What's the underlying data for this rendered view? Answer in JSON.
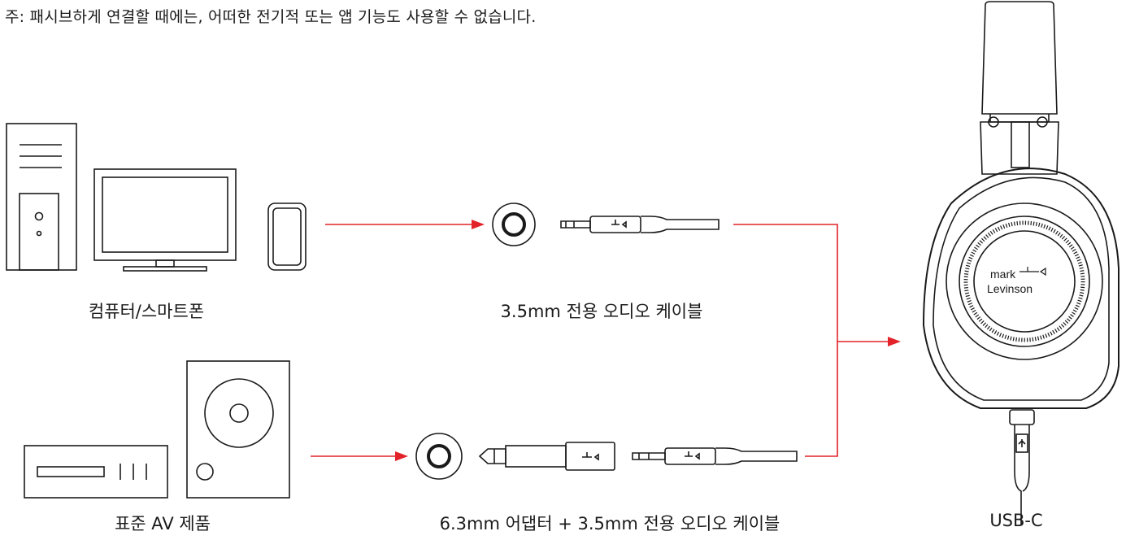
{
  "note": "주: 패시브하게 연결할 때에는, 어떠한 전기적 또는 앱 기능도 사용할 수 없습니다.",
  "labels": {
    "computers": "컴퓨터/스마트폰",
    "cable_35": "3.5mm 전용 오디오 케이블",
    "av_products": "표준 AV 제품",
    "cable_63": "6.3mm 어댑터 + 3.5mm 전용 오디오 케이블",
    "usb_c": "USB-C"
  },
  "brand": {
    "line1": "mark",
    "line2": "Levinson"
  },
  "colors": {
    "arrow": "#e2232a",
    "line": "#1a1a1a"
  }
}
